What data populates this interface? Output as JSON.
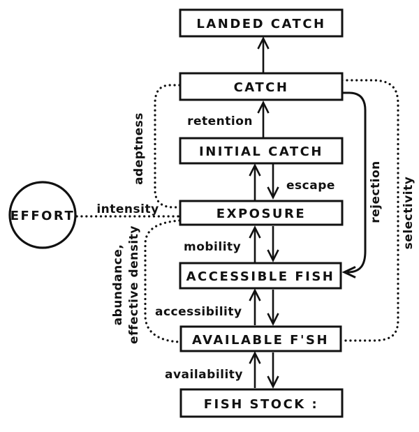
{
  "diagram": {
    "background": "#ffffff",
    "ink": "#111111",
    "nodes": {
      "landed_catch": "LANDED CATCH",
      "catch": "CATCH",
      "initial_catch": "INITIAL CATCH",
      "exposure": "EXPOSURE",
      "accessible_fish": "ACCESSIBLE FISH",
      "available_fish": "AVAILABLE F'SH",
      "fish_stock": "FISH STOCK :",
      "effort": "EFFORT"
    },
    "labels": {
      "retention": "retention",
      "escape": "escape",
      "intensity": "intensity",
      "mobility": "mobility",
      "accessibility": "accessibility",
      "availability": "availability",
      "adeptness": "adeptness",
      "rejection": "rejection",
      "selectivity": "selectivity",
      "abundance_line1": "abundance,",
      "abundance_line2": "effective density"
    }
  }
}
